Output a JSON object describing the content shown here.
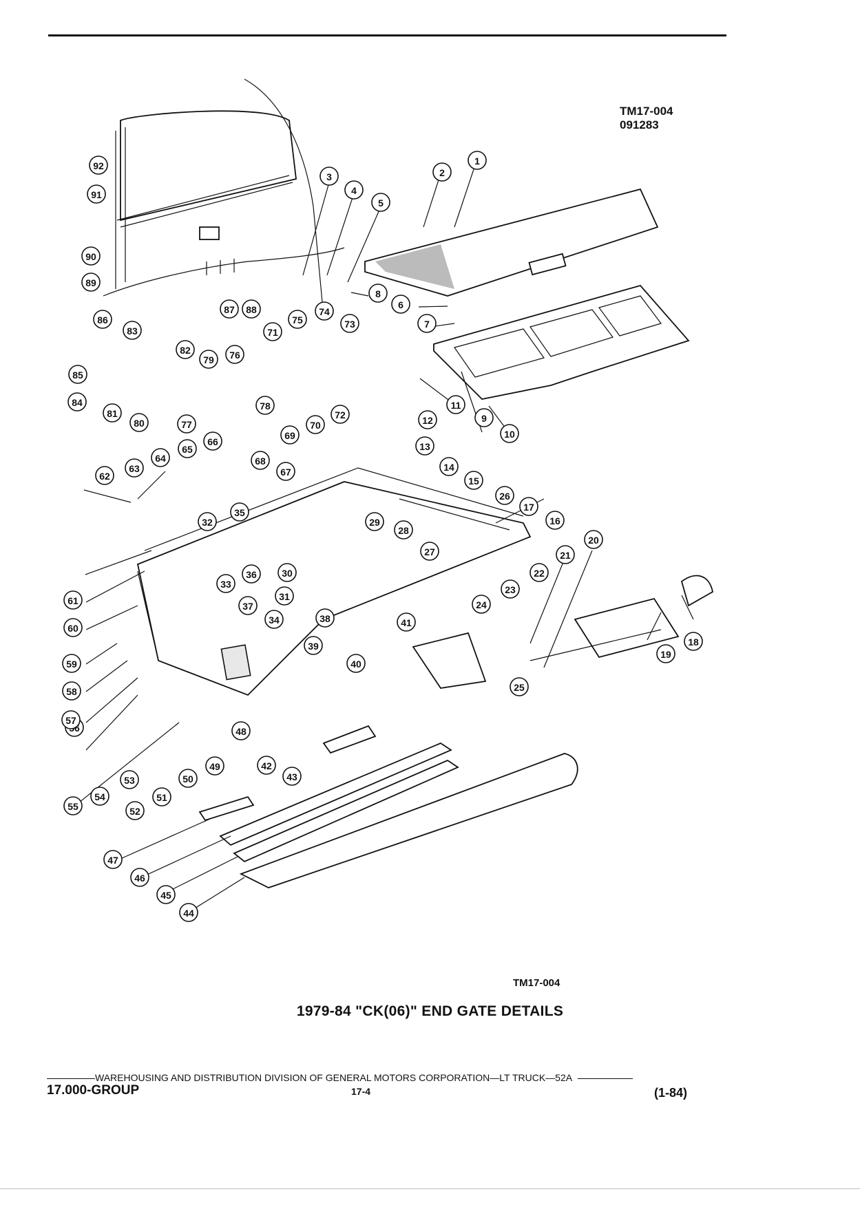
{
  "header": {
    "tm_code": "TM17-004",
    "date_code": "091283"
  },
  "figure": {
    "reference": "TM17-004",
    "title": "1979-84 \"CK(06)\" END GATE DETAILS",
    "callouts": [
      {
        "label": "1"
      },
      {
        "label": "2"
      },
      {
        "label": "3"
      },
      {
        "label": "4"
      },
      {
        "label": "5"
      },
      {
        "label": "6"
      },
      {
        "label": "7"
      },
      {
        "label": "8"
      },
      {
        "label": "9"
      },
      {
        "label": "10"
      },
      {
        "label": "11"
      },
      {
        "label": "12"
      },
      {
        "label": "13"
      },
      {
        "label": "14"
      },
      {
        "label": "15"
      },
      {
        "label": "16"
      },
      {
        "label": "17"
      },
      {
        "label": "18"
      },
      {
        "label": "19"
      },
      {
        "label": "20"
      },
      {
        "label": "21"
      },
      {
        "label": "22"
      },
      {
        "label": "23"
      },
      {
        "label": "24"
      },
      {
        "label": "25"
      },
      {
        "label": "26"
      },
      {
        "label": "27"
      },
      {
        "label": "28"
      },
      {
        "label": "29"
      },
      {
        "label": "30"
      },
      {
        "label": "31"
      },
      {
        "label": "32"
      },
      {
        "label": "33"
      },
      {
        "label": "34"
      },
      {
        "label": "35"
      },
      {
        "label": "36"
      },
      {
        "label": "37"
      },
      {
        "label": "38"
      },
      {
        "label": "39"
      },
      {
        "label": "40"
      },
      {
        "label": "41"
      },
      {
        "label": "42"
      },
      {
        "label": "43"
      },
      {
        "label": "44"
      },
      {
        "label": "45"
      },
      {
        "label": "46"
      },
      {
        "label": "47"
      },
      {
        "label": "48"
      },
      {
        "label": "49"
      },
      {
        "label": "50"
      },
      {
        "label": "51"
      },
      {
        "label": "52"
      },
      {
        "label": "53"
      },
      {
        "label": "54"
      },
      {
        "label": "55"
      },
      {
        "label": "56"
      },
      {
        "label": "57"
      },
      {
        "label": "58"
      },
      {
        "label": "59"
      },
      {
        "label": "60"
      },
      {
        "label": "61"
      },
      {
        "label": "62"
      },
      {
        "label": "63"
      },
      {
        "label": "64"
      },
      {
        "label": "65"
      },
      {
        "label": "66"
      },
      {
        "label": "67"
      },
      {
        "label": "68"
      },
      {
        "label": "69"
      },
      {
        "label": "70"
      },
      {
        "label": "71"
      },
      {
        "label": "72"
      },
      {
        "label": "73"
      },
      {
        "label": "74"
      },
      {
        "label": "75"
      },
      {
        "label": "76"
      },
      {
        "label": "77"
      },
      {
        "label": "78"
      },
      {
        "label": "79"
      },
      {
        "label": "80"
      },
      {
        "label": "81"
      },
      {
        "label": "82"
      },
      {
        "label": "83"
      },
      {
        "label": "84"
      },
      {
        "label": "85"
      },
      {
        "label": "86"
      },
      {
        "label": "87"
      },
      {
        "label": "88"
      },
      {
        "label": "89"
      },
      {
        "label": "90"
      },
      {
        "label": "91"
      },
      {
        "label": "92"
      }
    ]
  },
  "footer": {
    "division_text": "WAREHOUSING AND DISTRIBUTION  DIVISION OF GENERAL MOTORS CORPORATION—LT TRUCK—52A",
    "group": "17.000-GROUP",
    "page": "17-4",
    "revision": "(1-84)"
  }
}
